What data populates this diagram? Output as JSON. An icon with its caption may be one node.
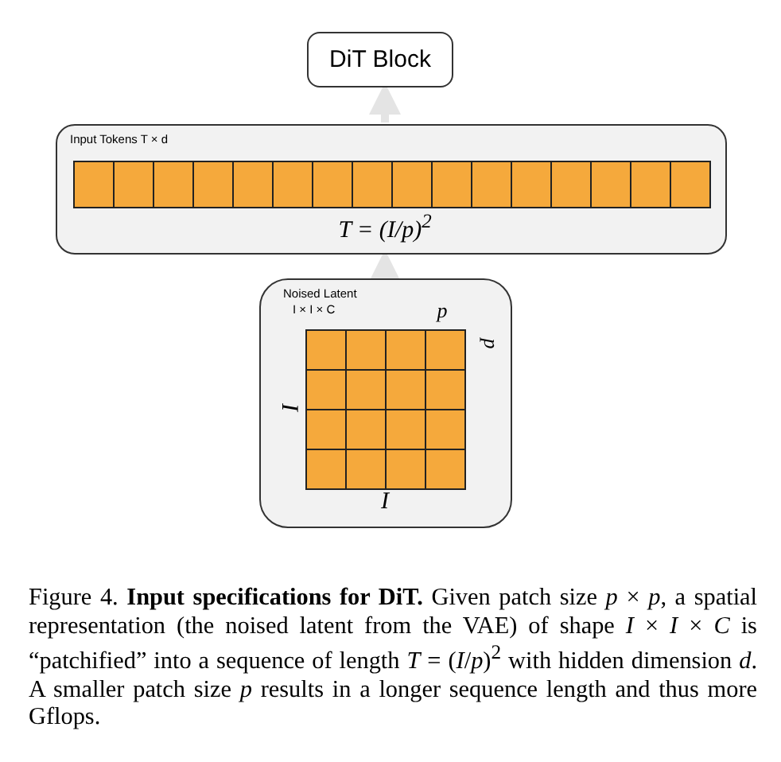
{
  "diagram": {
    "caption": "Figure 4. **Input specifications for DiT.** Given patch size *p* × *p*, a spatial representation (the noised latent from the VAE) of shape *I* × *I* × *C* is “patchified” into a sequence of length *T* = (*I*/*p*)$^{2}$ with hidden dimension *d*. A smaller patch size *p* results in a longer sequence length and thus more Gflops.",
    "nodes": [
      {
        "text": [
          "DiT Block"
        ]
      },
      {
        "text": [
          "Input Tokens T × d"
        ]
      },
      {
        "text": [
          "Noised Latent",
          "I × I × C"
        ]
      }
    ],
    "edges": [
      {
        "from": 2,
        "to": 1,
        "arrow": "to"
      },
      {
        "from": 1,
        "to": 0,
        "arrow": "to"
      }
    ],
    "labels": [
      "*T* = (*I*/*p*)$^{2}$",
      "*p*",
      "*p*",
      "*I*",
      "*I*"
    ]
  }
}
